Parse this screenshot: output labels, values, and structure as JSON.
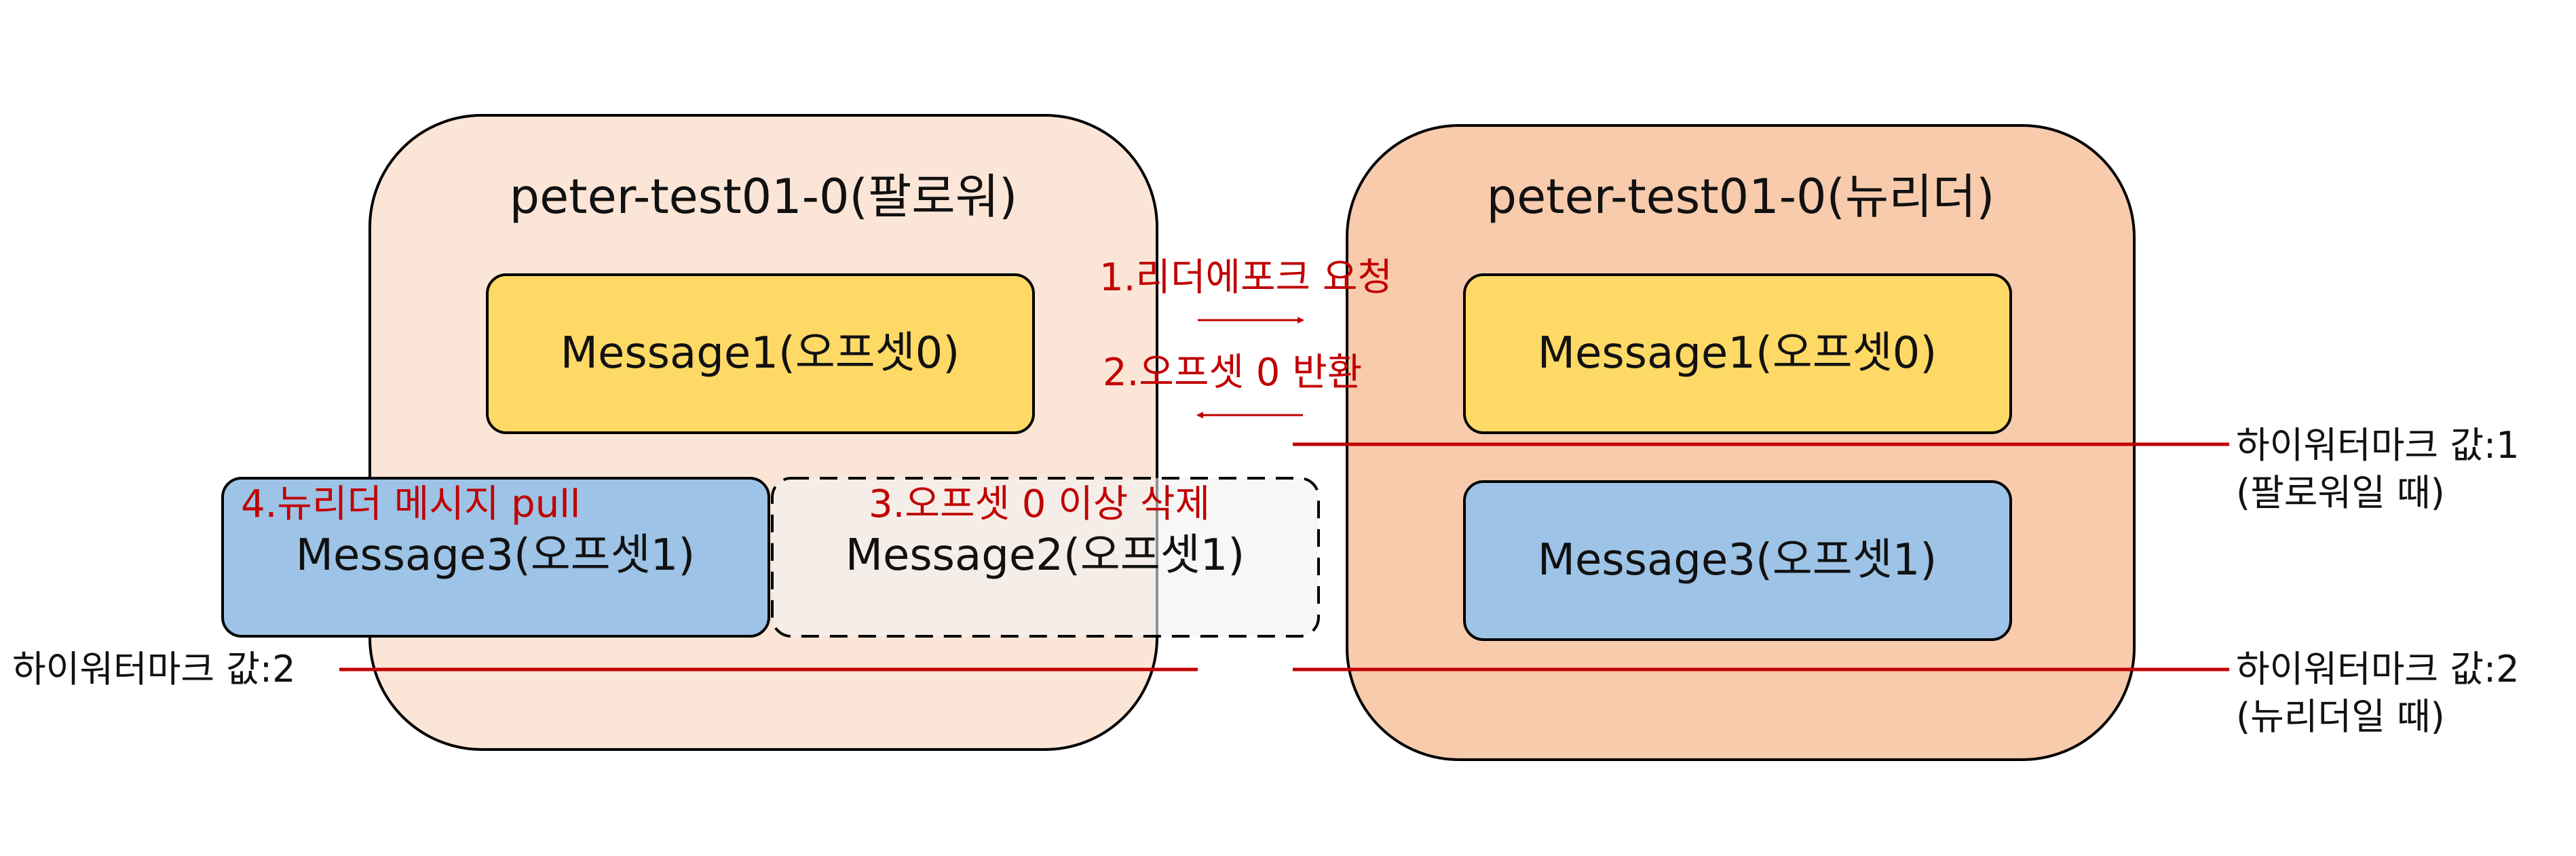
{
  "follower": {
    "title": "peter-test01-0(팔로워)",
    "message1": "Message1(오프셋0)",
    "message3": "Message3(오프셋1)",
    "message2": "Message2(오프셋1)"
  },
  "leader": {
    "title": "peter-test01-0(뉴리더)",
    "message1": "Message1(오프셋0)",
    "message3": "Message3(오프셋1)"
  },
  "steps": {
    "step1": "1.리더에포크 요청",
    "step2": "2.오프셋 0 반환",
    "step3": "3.오프셋 0 이상 삭제",
    "step4": "4.뉴리더 메시지 pull"
  },
  "highwatermarks": {
    "right1_line1": "하이워터마크 값:1",
    "right1_line2": "(팔로워일 때)",
    "right2_line1": "하이워터마크 값:2",
    "right2_line2": "(뉴리더일 때)",
    "left": "하이워터마크 값:2"
  },
  "colors": {
    "follower_fill": "#fbe5d6",
    "leader_fill": "#f8cbad",
    "message_yellow": "#ffd966",
    "message_blue": "#9dc3e6",
    "deleted_fill": "#f2f2f2",
    "red": "#c00000"
  }
}
